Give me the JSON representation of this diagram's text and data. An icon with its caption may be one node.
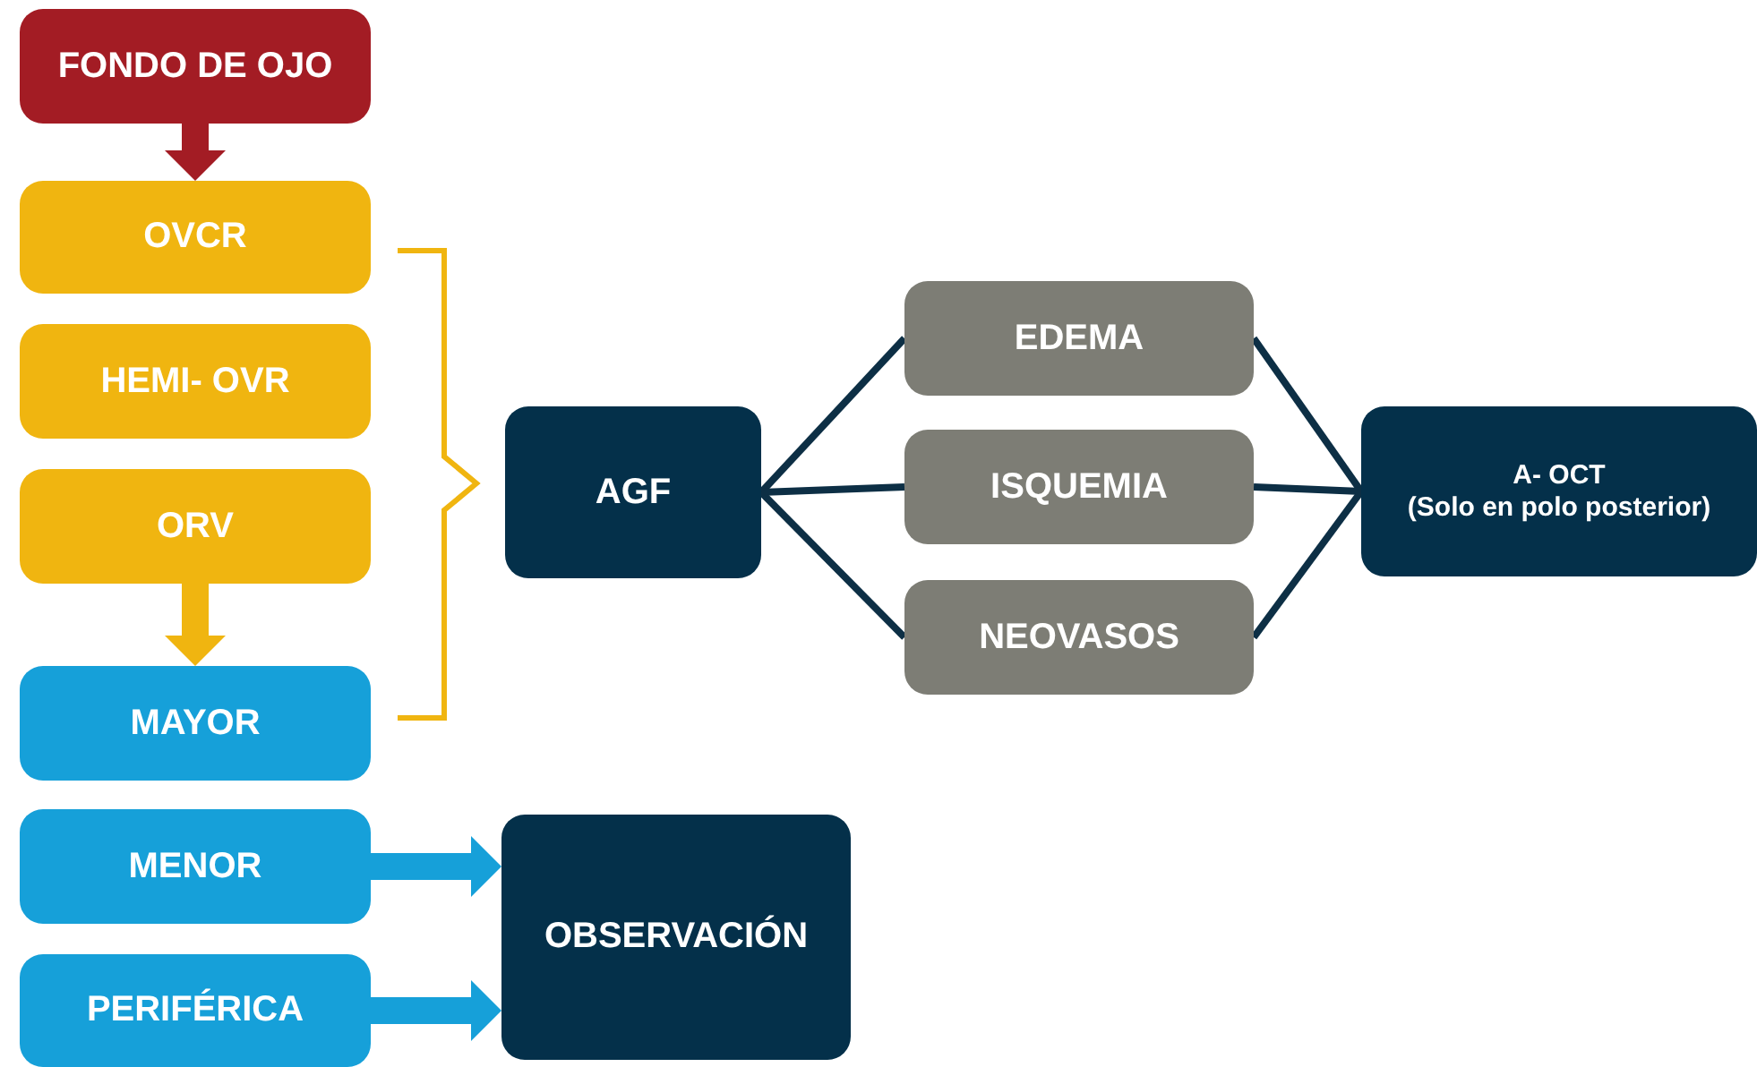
{
  "diagram": {
    "nodes": [
      {
        "text": [
          "FONDO DE OJO"
        ]
      },
      {
        "text": [
          "OVCR"
        ]
      },
      {
        "text": [
          "HEMI- OVR"
        ]
      },
      {
        "text": [
          "ORV"
        ]
      },
      {
        "text": [
          "MAYOR"
        ]
      },
      {
        "text": [
          "MENOR"
        ]
      },
      {
        "text": [
          "PERIFÉRICA"
        ]
      },
      {
        "text": [
          "AGF"
        ]
      },
      {
        "text": [
          "EDEMA"
        ]
      },
      {
        "text": [
          "ISQUEMIA"
        ]
      },
      {
        "text": [
          "NEOVASOS"
        ]
      },
      {
        "text": [
          "A- OCT",
          "(Solo en polo posterior)"
        ]
      },
      {
        "text": [
          "OBSERVACIÓN"
        ]
      }
    ],
    "edges": [
      {
        "from": 0,
        "to": 1,
        "arrow": "to",
        "style": "thick",
        "color": "#a31c24"
      },
      {
        "from": 3,
        "to": 4,
        "arrow": "to",
        "style": "thick",
        "color": "#f0b510"
      },
      {
        "from": 7,
        "to": 8,
        "arrow": "none"
      },
      {
        "from": 7,
        "to": 9,
        "arrow": "none"
      },
      {
        "from": 7,
        "to": 10,
        "arrow": "none"
      },
      {
        "from": 8,
        "to": 11,
        "arrow": "none"
      },
      {
        "from": 9,
        "to": 11,
        "arrow": "none"
      },
      {
        "from": 10,
        "to": 11,
        "arrow": "none"
      },
      {
        "from": 5,
        "to": 12,
        "arrow": "to",
        "style": "thick",
        "color": "#16a0d9"
      },
      {
        "from": 6,
        "to": 12,
        "arrow": "to",
        "style": "thick",
        "color": "#16a0d9"
      }
    ]
  }
}
